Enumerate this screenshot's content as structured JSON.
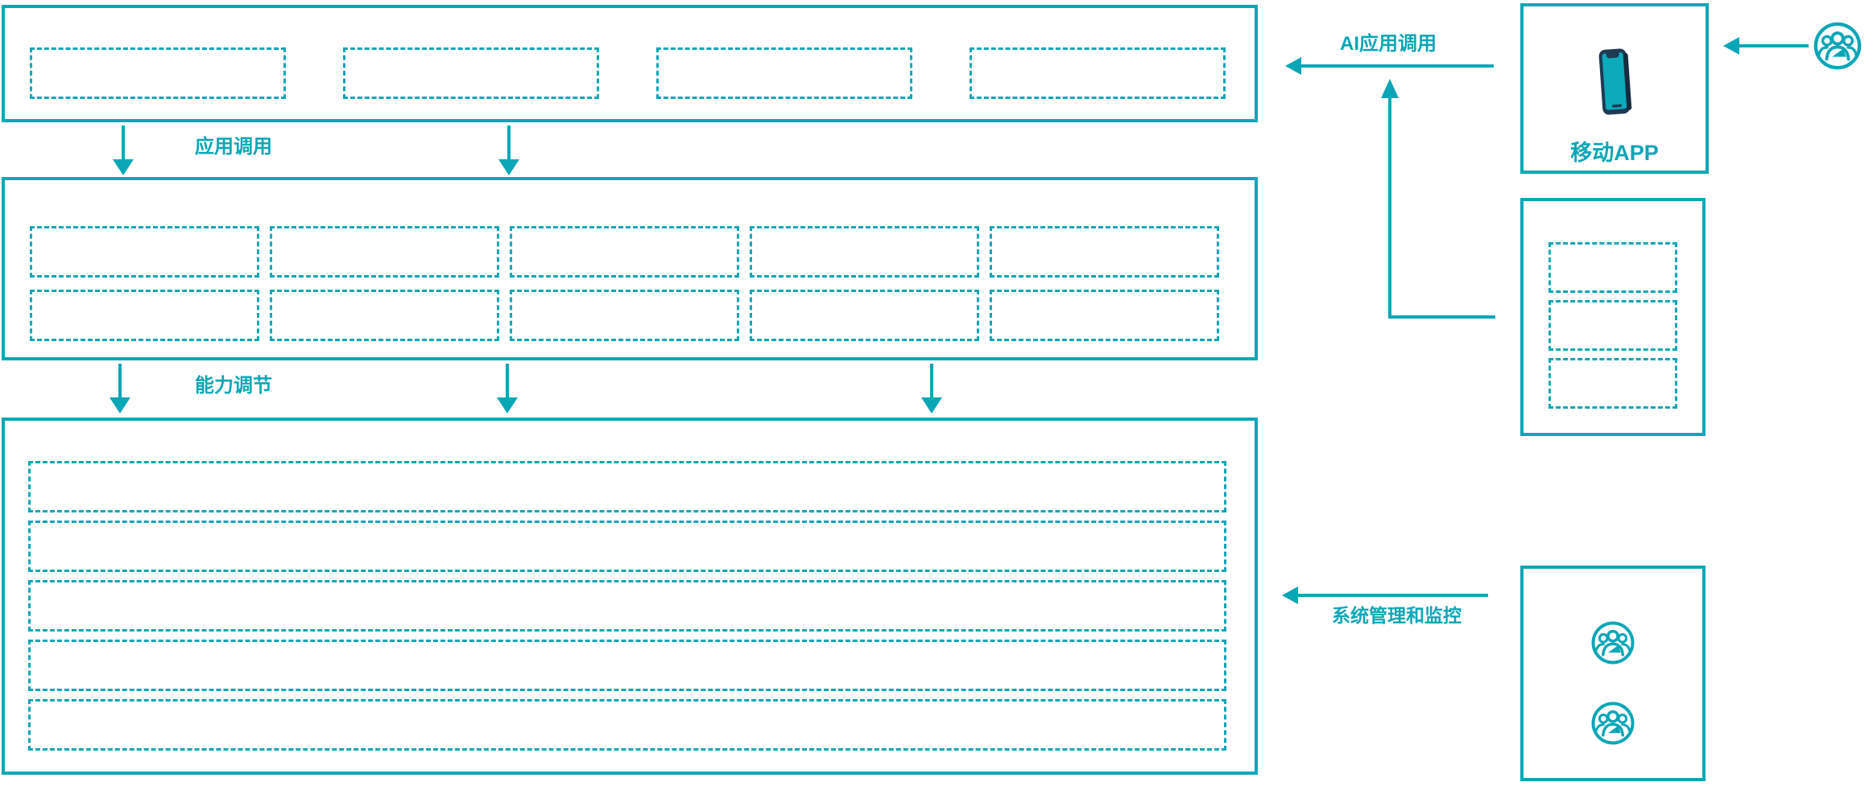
{
  "palette": {
    "teal": "#0BA6B6",
    "navy": "#1E3A52",
    "navy_dark": "#152B3E",
    "screen_teal": "#0CABBB"
  },
  "flow_labels": {
    "app_call": "应用调用",
    "capability_tuning": "能力调节",
    "ai_app_call": "AI应用调用",
    "system_management": "系统管理和监控"
  },
  "panels": {
    "top": {
      "placeholder_count": 4
    },
    "middle": {
      "row_count": 2,
      "placeholders_per_row": 5
    },
    "bottom": {
      "row_count": 5
    },
    "mobile_app": {
      "label": "移动APP"
    },
    "right_middle": {
      "placeholder_count": 3
    },
    "right_bottom": {
      "user_icon_count": 2
    }
  }
}
